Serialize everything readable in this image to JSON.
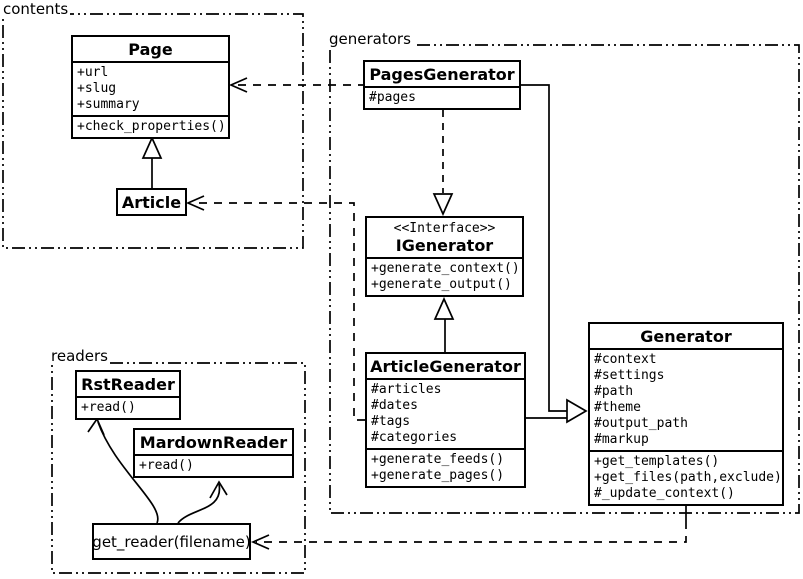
{
  "packages": {
    "contents": {
      "label": "contents"
    },
    "generators": {
      "label": "generators"
    },
    "readers": {
      "label": "readers"
    }
  },
  "classes": {
    "page": {
      "name": "Page",
      "attributes": [
        "+url",
        "+slug",
        "+summary"
      ],
      "methods": [
        "+check_properties()"
      ]
    },
    "article": {
      "name": "Article"
    },
    "pages_generator": {
      "name": "PagesGenerator",
      "attributes": [
        "#pages"
      ]
    },
    "igenerator": {
      "stereotype": "<<Interface>>",
      "name": "IGenerator",
      "methods": [
        "+generate_context()",
        "+generate_output()"
      ]
    },
    "article_generator": {
      "name": "ArticleGenerator",
      "attributes": [
        "#articles",
        "#dates",
        "#tags",
        "#categories"
      ],
      "methods": [
        "+generate_feeds()",
        "+generate_pages()"
      ]
    },
    "generator": {
      "name": "Generator",
      "attributes": [
        "#context",
        "#settings",
        "#path",
        "#theme",
        "#output_path",
        "#markup"
      ],
      "methods": [
        "+get_templates()",
        "+get_files(path,exclude)",
        "#_update_context()"
      ]
    },
    "rst_reader": {
      "name": "RstReader",
      "methods": [
        "+read()"
      ]
    },
    "mardown_reader": {
      "name": "MardownReader",
      "methods": [
        "+read()"
      ]
    },
    "get_reader": {
      "label": "get_reader(filename)"
    }
  },
  "relationships": [
    {
      "from": "Article",
      "to": "Page",
      "type": "inheritance"
    },
    {
      "from": "PagesGenerator",
      "to": "Page",
      "type": "dependency"
    },
    {
      "from": "ArticleGenerator",
      "to": "Article",
      "type": "dependency"
    },
    {
      "from": "PagesGenerator",
      "to": "IGenerator",
      "type": "realization"
    },
    {
      "from": "ArticleGenerator",
      "to": "IGenerator",
      "type": "inheritance"
    },
    {
      "from": "PagesGenerator",
      "to": "Generator",
      "type": "inheritance"
    },
    {
      "from": "ArticleGenerator",
      "to": "Generator",
      "type": "inheritance"
    },
    {
      "from": "Generator",
      "to": "get_reader(filename)",
      "type": "dependency"
    },
    {
      "from": "get_reader(filename)",
      "to": "RstReader",
      "type": "arrow"
    },
    {
      "from": "get_reader(filename)",
      "to": "MardownReader",
      "type": "arrow"
    }
  ],
  "colors": {
    "line": "#000000",
    "background": "#ffffff"
  }
}
